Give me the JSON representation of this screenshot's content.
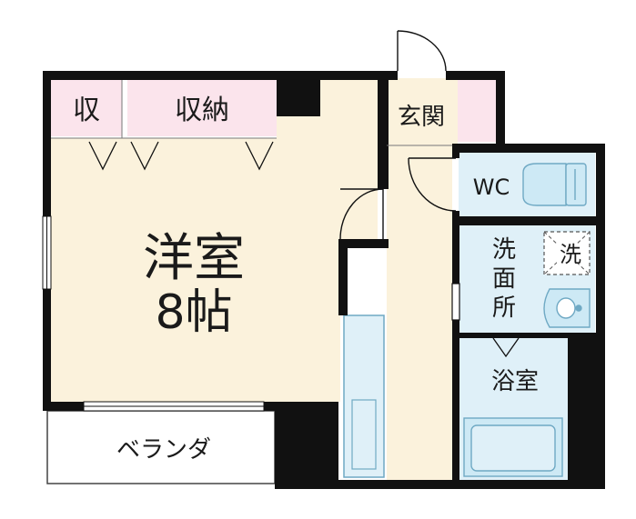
{
  "rooms": {
    "western_room": "洋室",
    "western_room_size": "8帖",
    "storage_small": "収",
    "storage_closet": "収納",
    "entrance": "玄関",
    "toilet": "WC",
    "washroom": [
      "洗",
      "面",
      "所"
    ],
    "washer_space": "洗",
    "bathroom": "浴室",
    "balcony": "ベランダ"
  },
  "colors": {
    "wall": "#111111",
    "floor_wood": "#fbf2dc",
    "storage_pink": "#fbe4ec",
    "wet_area_blue": "#dff0f8",
    "fixture_blue": "#cde9f5",
    "fixture_stroke": "#6fa9c4",
    "balcony": "#ffffff"
  }
}
